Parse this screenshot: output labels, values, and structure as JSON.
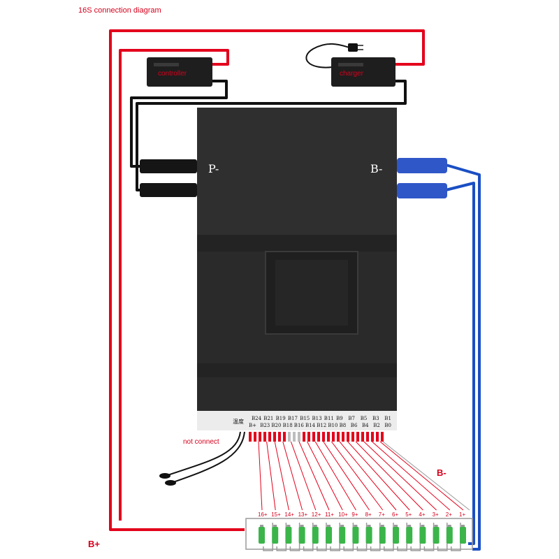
{
  "diagram": {
    "title": "16S connection diagram",
    "b_plus_label": "B+",
    "b_minus_label": "B-",
    "not_connect_label": "not connect"
  },
  "devices": {
    "controller": "controller",
    "charger": "charger"
  },
  "bms": {
    "p_minus": "P-",
    "b_minus": "B-",
    "temp_label": "温度",
    "pins_top": [
      "B24",
      "B21",
      "B19",
      "B17",
      "B15",
      "B13",
      "B11",
      "B9",
      "B7",
      "B5",
      "B3",
      "B1"
    ],
    "pins_bottom": [
      "B+",
      "B23",
      "B20",
      "B18",
      "B16",
      "B14",
      "B12",
      "B10",
      "B8",
      "B6",
      "B4",
      "B2",
      "B0"
    ]
  },
  "cells": {
    "labels": [
      "16+",
      "15+",
      "14+",
      "13+",
      "12+",
      "11+",
      "10+",
      "9+",
      "8+",
      "7+",
      "6+",
      "5+",
      "4+",
      "3+",
      "2+",
      "1+"
    ]
  },
  "colors": {
    "positive_wire": "#e3001b",
    "negative_wire": "#1a4fc4",
    "black_wire": "#111111",
    "bms_body": "#2a2a2a",
    "cell_green": "#3bb54a"
  }
}
